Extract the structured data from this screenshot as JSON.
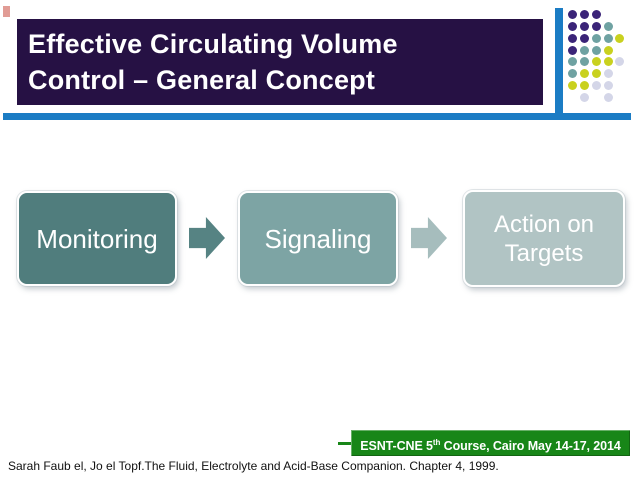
{
  "header": {
    "title_line1": "Effective Circulating Volume",
    "title_line2": "Control – General Concept",
    "title_bg_color": "#261144",
    "accent_line_color": "#1b7cc4"
  },
  "flow": {
    "steps": [
      {
        "label": "Monitoring",
        "color": "#507d7d"
      },
      {
        "label": "Signaling",
        "color": "#7da4a4"
      },
      {
        "label": "Action on Targets",
        "color": "#b1c4c4"
      }
    ],
    "arrow_colors": [
      "#568383",
      "#a6bdbd"
    ]
  },
  "footer": {
    "banner_text_prefix": "ESNT-CNE 5",
    "banner_superscript": "th",
    "banner_text_suffix": " Course, Cairo May 14-17, 2014",
    "banner_color": "#188618",
    "citation": "Sarah Faub el, Jo el Topf.The Fluid, Electrolyte and Acid-Base Companion. Chapter 4, 1999."
  },
  "decoration": {
    "red_accent_color": "#c43a2c",
    "dots": {
      "palette": {
        "P": "#3b2478",
        "T": "#6fa2a2",
        "Y": "#c9d11f",
        "L": "#d4d6e8"
      },
      "rows": [
        [
          "P",
          "P",
          "P",
          "",
          ""
        ],
        [
          "P",
          "P",
          "P",
          "T",
          ""
        ],
        [
          "P",
          "P",
          "T",
          "T",
          "Y"
        ],
        [
          "P",
          "T",
          "T",
          "Y",
          ""
        ],
        [
          "T",
          "T",
          "Y",
          "Y",
          "L"
        ],
        [
          "T",
          "Y",
          "Y",
          "L",
          ""
        ],
        [
          "Y",
          "Y",
          "L",
          "L",
          ""
        ],
        [
          "",
          "L",
          "",
          "L",
          ""
        ]
      ]
    }
  }
}
